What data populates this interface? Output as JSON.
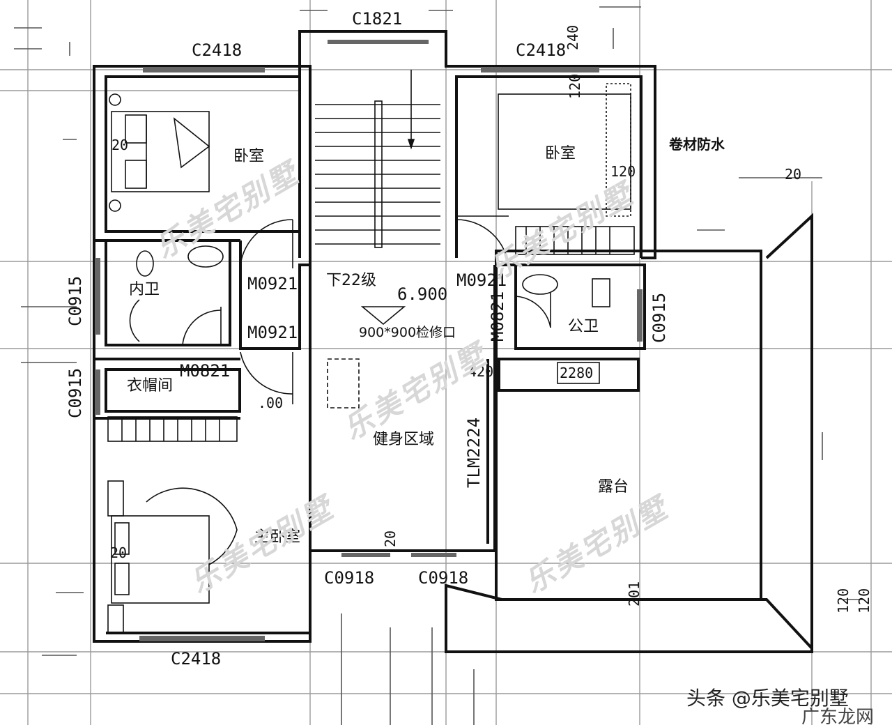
{
  "rooms": {
    "bedroom_nw": "卧室",
    "bedroom_ne": "卧室",
    "inner_bath": "内卫",
    "public_bath": "公卫",
    "wardrobe": "衣帽间",
    "fitness": "健身区域",
    "master_bedroom": "主卧室",
    "terrace": "露台"
  },
  "windows": {
    "stair_top": "C1821",
    "nw_top": "C2418",
    "ne_top": "C2418",
    "bottom": "C2418",
    "left_upper": "C0915",
    "left_lower": "C0915",
    "right": "C0915",
    "fit_left": "C0918",
    "fit_right": "C0918"
  },
  "doors": {
    "nw_bed": "M0921",
    "inner_bath": "M0921",
    "ne_bed": "M0921",
    "wardrobe": "M0821",
    "public_bath": "M0821",
    "sliding": "TLM2224"
  },
  "stairs": {
    "label": "下22级",
    "elevation": "6.900",
    "hatch": "900*900检修口"
  },
  "notes": {
    "waterproof": "卷材防水"
  },
  "dims": {
    "d_240": "240",
    "d_120a": "120",
    "d_120b": "120",
    "d_20a": "20",
    "d_20b": "20",
    "d_20c": "20",
    "d_20d": "20",
    "d_420": "420",
    "d_2280": "2280",
    "d_100": ".00",
    "d_120c": "120",
    "d_120d": "120",
    "d_201": "201"
  },
  "watermark": "乐美宅别墅",
  "footer": {
    "credit": "头条 @乐美宅别墅",
    "site": "广东龙网"
  }
}
